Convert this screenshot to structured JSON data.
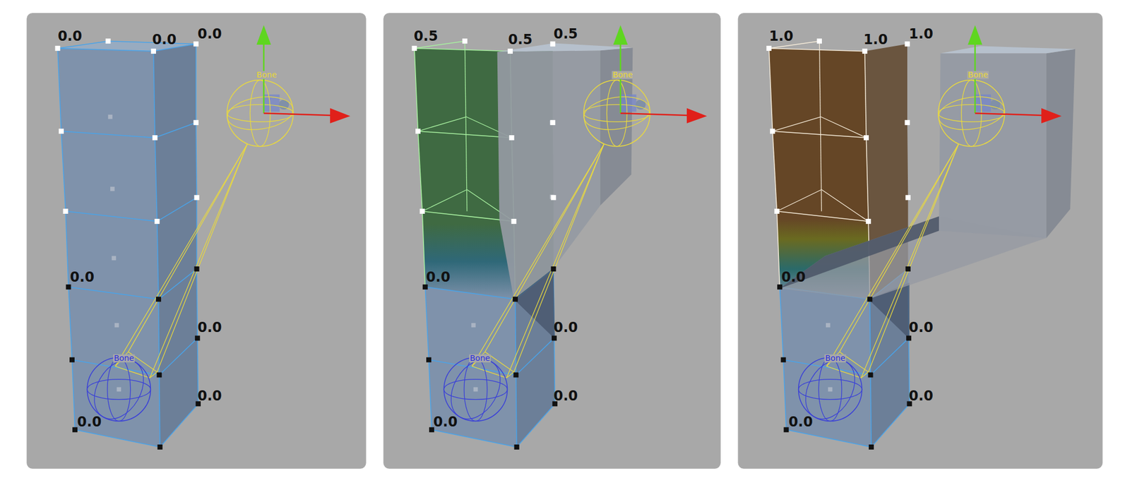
{
  "diagram": {
    "labels": [
      "0.0",
      "0.0",
      "0.0",
      "Bone",
      "0.0",
      "0.0",
      "Bone",
      "0.0",
      "0.0",
      "0.5",
      "0.5",
      "0.5",
      "Bone",
      "0.0",
      "0.0",
      "Bone",
      "0.0",
      "0.0",
      "1.0",
      "1.0",
      "1.0",
      "Bone",
      "0.0",
      "0.0",
      "Bone",
      "0.0",
      "0.0"
    ]
  }
}
